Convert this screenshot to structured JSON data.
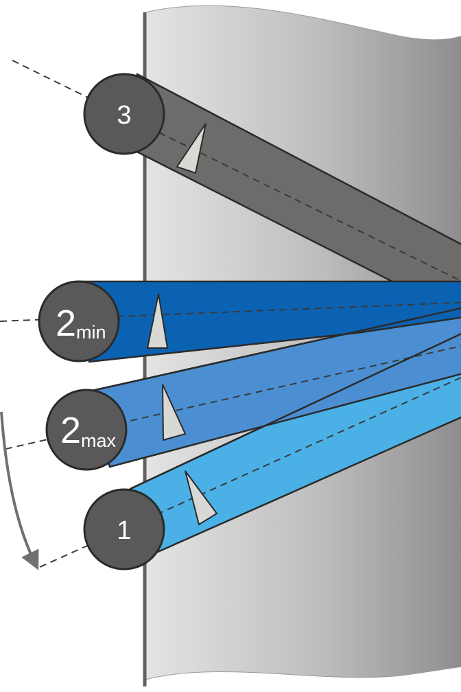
{
  "diagram": {
    "positions": [
      {
        "id": "pos-3",
        "label_main": "3",
        "label_sub": "",
        "bar_color": "#6e6c6a",
        "order": "top"
      },
      {
        "id": "pos-2min",
        "label_main": "2",
        "label_sub": "min",
        "bar_color": "#0c62b2",
        "order": "upper-middle"
      },
      {
        "id": "pos-2max",
        "label_main": "2",
        "label_sub": "max",
        "bar_color": "#4b8fd2",
        "order": "lower-middle"
      },
      {
        "id": "pos-1",
        "label_main": "1",
        "label_sub": "",
        "bar_color": "#4bb0e6",
        "order": "bottom"
      }
    ],
    "colors": {
      "node_fill": "#5a5959",
      "outline": "#2a2a2a",
      "surface_light": "#e2e2e2",
      "surface_dark": "#8a8a8a",
      "wall_line": "#606060",
      "marker": "#d8d8d4",
      "arrow": "#707070"
    }
  }
}
